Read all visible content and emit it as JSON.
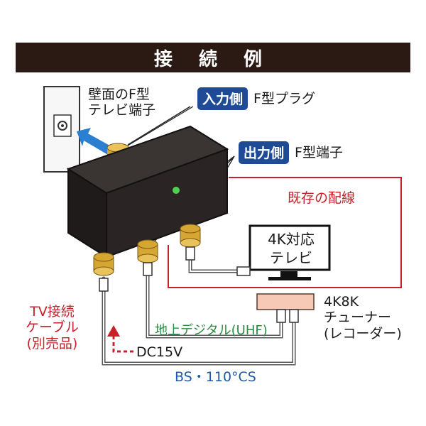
{
  "title": "接 続 例",
  "wall_label": {
    "line1": "壁面のF型",
    "line2": "テレビ端子"
  },
  "input_side": {
    "tag": "入力側",
    "text": "F型プラグ"
  },
  "output_side": {
    "tag": "出力側",
    "text": "F型端子"
  },
  "existing_wiring": "既存の配線",
  "tv_label": {
    "line1": "4K対応",
    "line2": "テレビ"
  },
  "tuner_label": {
    "line1": "4K8K",
    "line2": "チューナー",
    "line3": "(レコーダー)"
  },
  "tv_cable": {
    "line1": "TV接続",
    "line2": "ケーブル",
    "line3": "(別売品)"
  },
  "terrestrial": "地上デジタル(UHF)",
  "dc_label": "DC15V",
  "bs_label": "BS・110°CS",
  "colors": {
    "banner": "#2b1a14",
    "tag": "#1f4a96",
    "red": "#c8202a",
    "green": "#2a8a3e",
    "blue": "#1f5aa8",
    "arrow": "#2a7fd0"
  }
}
